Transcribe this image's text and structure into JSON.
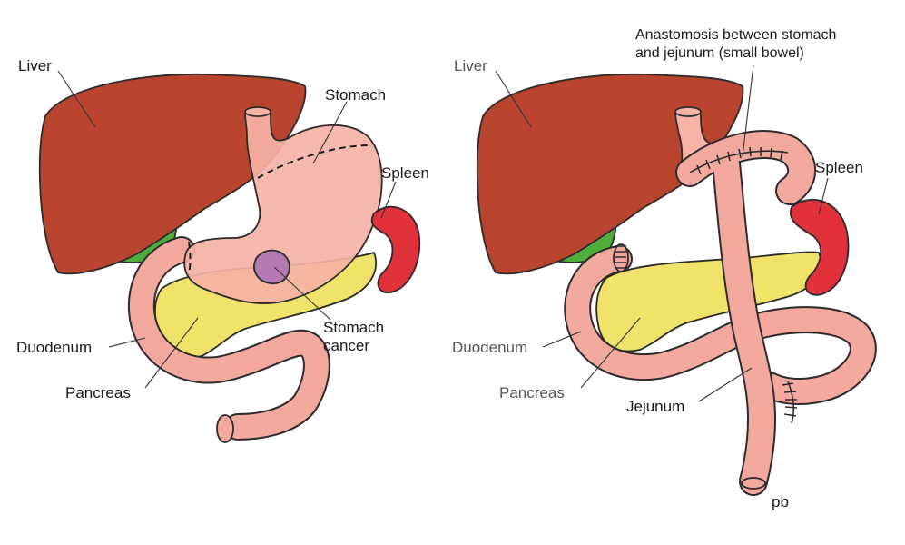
{
  "colors": {
    "liver": "#b9442e",
    "stomach": "#f6b3a6",
    "spleen": "#e0303a",
    "pancreas": "#efe36a",
    "bowel": "#f4a99e",
    "gallbladder": "#4fae3b",
    "tumor": "#b47ab1"
  },
  "left_panel": {
    "labels": {
      "liver": "Liver",
      "stomach": "Stomach",
      "spleen": "Spleen",
      "cancer_line1": "Stomach",
      "cancer_line2": "cancer",
      "duodenum": "Duodenum",
      "pancreas": "Pancreas"
    }
  },
  "right_panel": {
    "labels": {
      "liver": "Liver",
      "anastomosis_line1": "Anastomosis between stomach",
      "anastomosis_line2": "and jejunum (small bowel)",
      "spleen": "Spleen",
      "duodenum": "Duodenum",
      "pancreas": "Pancreas",
      "jejunum": "Jejunum"
    },
    "signature": "pb"
  }
}
